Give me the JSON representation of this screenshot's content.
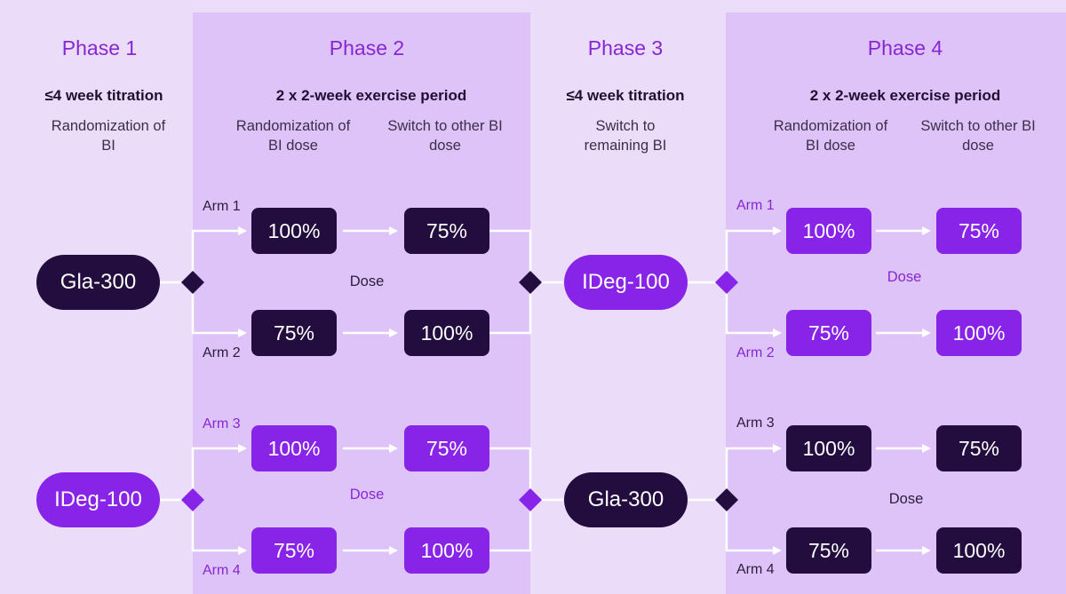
{
  "phases": [
    {
      "title": "Phase 1",
      "subtitle": "≤4 week titration",
      "desc_a": "Randomization of BI"
    },
    {
      "title": "Phase 2",
      "subtitle": "2 x 2-week exercise period",
      "desc_a": "Randomization of BI dose",
      "desc_b": "Switch to other BI dose"
    },
    {
      "title": "Phase 3",
      "subtitle": "≤4 week titration",
      "desc_a": "Switch to remaining BI"
    },
    {
      "title": "Phase 4",
      "subtitle": "2 x 2-week exercise period",
      "desc_a": "Randomization of BI dose",
      "desc_b": "Switch to other BI dose"
    }
  ],
  "start_nodes": {
    "top": "Gla-300",
    "bottom": "IDeg-100"
  },
  "switch_nodes": {
    "top": "IDeg-100",
    "bottom": "Gla-300"
  },
  "arms": {
    "arm1": "Arm 1",
    "arm2": "Arm 2",
    "arm3": "Arm 3",
    "arm4": "Arm 4"
  },
  "dose_label": "Dose",
  "doses": {
    "full": "100%",
    "reduced": "75%"
  },
  "colors": {
    "dark": "#230d3e",
    "purple": "#8823e8",
    "title": "#8727d3",
    "band": "#dec3f8",
    "background": "#ebdcf9"
  }
}
